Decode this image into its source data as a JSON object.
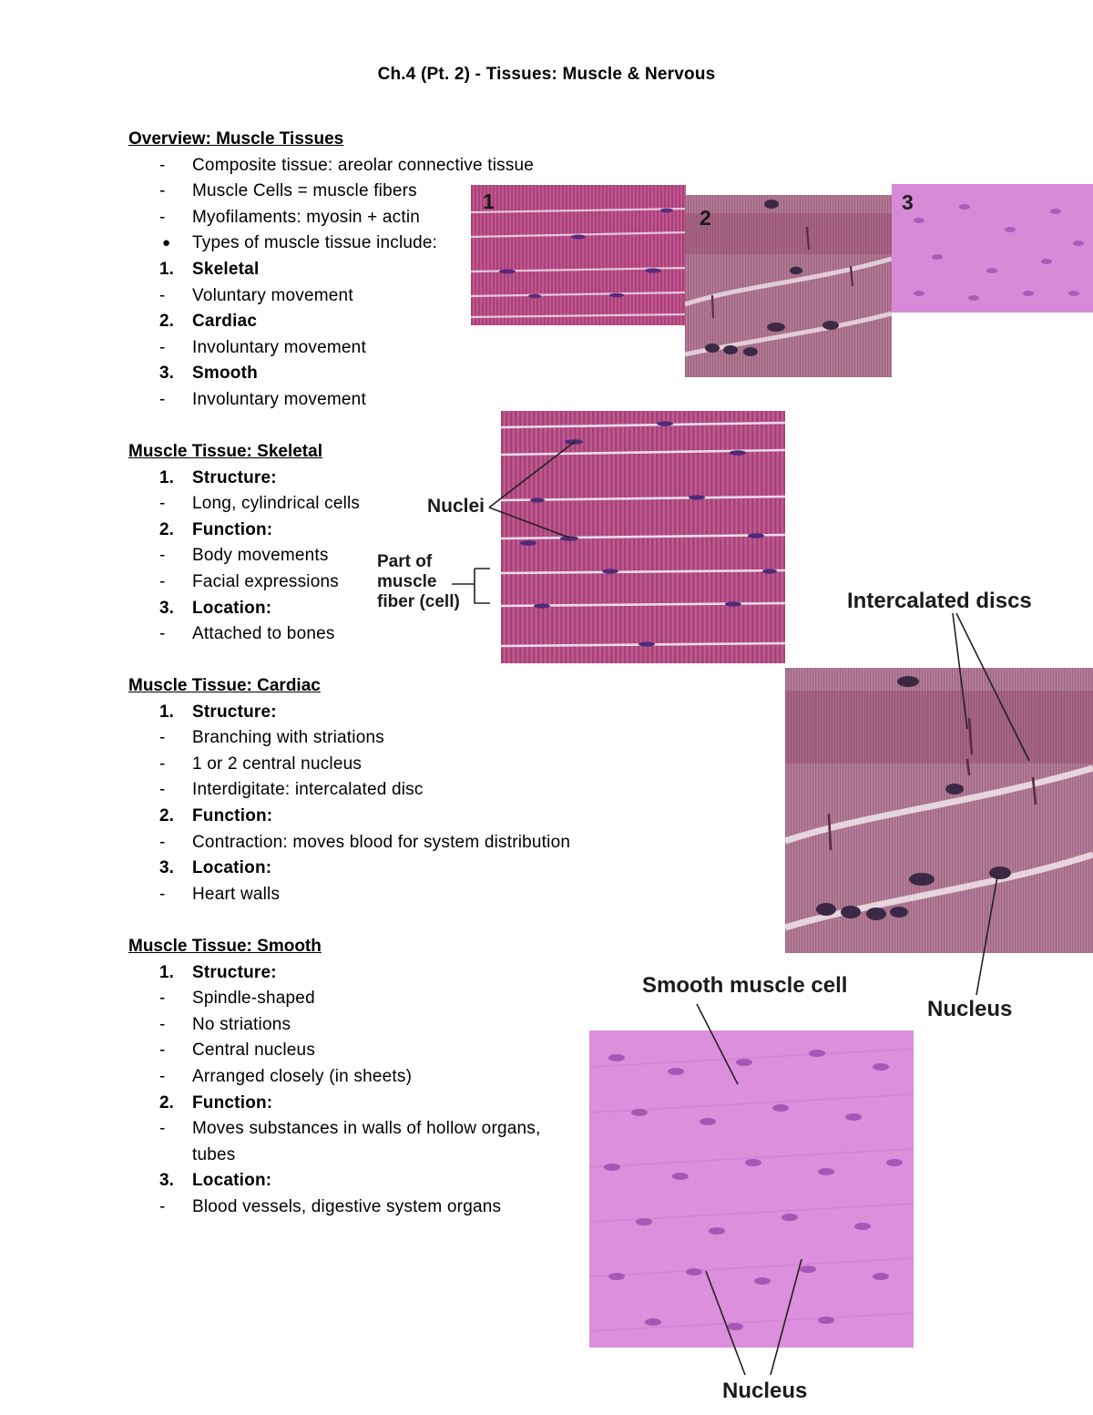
{
  "title": "Ch.4 (Pt. 2) - Tissues: Muscle & Nervous",
  "overview": {
    "heading": "Overview: Muscle Tissues",
    "items": [
      {
        "marker": "-",
        "text": "Composite tissue: areolar connective tissue"
      },
      {
        "marker": "-",
        "text": "Muscle Cells = muscle fibers"
      },
      {
        "marker": "-",
        "text": "Myofilaments: myosin + actin"
      },
      {
        "marker": "●",
        "text": "Types of muscle tissue include:"
      },
      {
        "marker": "1.",
        "text": "Skeletal"
      },
      {
        "marker": "-",
        "text": "Voluntary movement"
      },
      {
        "marker": "2.",
        "text": "Cardiac"
      },
      {
        "marker": "-",
        "text": "Involuntary movement"
      },
      {
        "marker": "3.",
        "text": "Smooth"
      },
      {
        "marker": "-",
        "text": "Involuntary movement"
      }
    ]
  },
  "skeletal": {
    "heading": "Muscle Tissue: Skeletal",
    "items": [
      {
        "marker": "1.",
        "text": "Structure:"
      },
      {
        "marker": "-",
        "text": "Long, cylindrical cells"
      },
      {
        "marker": "2.",
        "text": "Function:"
      },
      {
        "marker": "-",
        "text": "Body movements"
      },
      {
        "marker": "-",
        "text": "Facial expressions"
      },
      {
        "marker": "3.",
        "text": "Location:"
      },
      {
        "marker": "-",
        "text": "Attached to bones"
      }
    ]
  },
  "cardiac": {
    "heading": "Muscle Tissue: Cardiac",
    "items": [
      {
        "marker": "1.",
        "text": "Structure:"
      },
      {
        "marker": "-",
        "text": "Branching with striations"
      },
      {
        "marker": "-",
        "text": "1 or 2 central nucleus"
      },
      {
        "marker": "-",
        "text": "Interdigitate: intercalated disc"
      },
      {
        "marker": "2.",
        "text": "Function:"
      },
      {
        "marker": "-",
        "text": "Contraction: moves blood for system distribution"
      },
      {
        "marker": "3.",
        "text": "Location:"
      },
      {
        "marker": "-",
        "text": "Heart walls"
      }
    ]
  },
  "smooth": {
    "heading": "Muscle Tissue: Smooth",
    "items": [
      {
        "marker": "1.",
        "text": "Structure:"
      },
      {
        "marker": "-",
        "text": "Spindle-shaped"
      },
      {
        "marker": "-",
        "text": "No striations"
      },
      {
        "marker": "-",
        "text": "Central nucleus"
      },
      {
        "marker": "-",
        "text": "Arranged closely (in sheets)"
      },
      {
        "marker": "2.",
        "text": "Function:"
      },
      {
        "marker": "-",
        "text": "Moves substances in walls of hollow organs, tubes"
      },
      {
        "marker": "3.",
        "text": "Location:"
      },
      {
        "marker": "-",
        "text": "Blood vessels, digestive system organs"
      }
    ]
  },
  "figures": {
    "panel_labels": [
      "1",
      "2",
      "3"
    ],
    "skeletal_labels": {
      "nuclei": "Nuclei",
      "fiber_line1": "Part of",
      "fiber_line2": "muscle",
      "fiber_line3": "fiber (cell)"
    },
    "cardiac_labels": {
      "discs": "Intercalated discs",
      "nucleus": "Nucleus"
    },
    "smooth_labels": {
      "cell": "Smooth muscle cell",
      "nucleus": "Nucleus"
    }
  }
}
